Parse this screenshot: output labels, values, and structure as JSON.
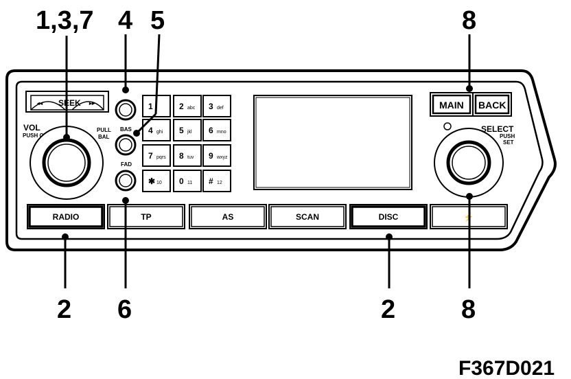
{
  "figure_id": "F367D021",
  "callouts": {
    "top_left": "1,3,7",
    "top_four": "4",
    "top_five": "5",
    "top_right": "8",
    "bottom_radio": "2",
    "bottom_six": "6",
    "bottom_disc": "2",
    "bottom_right": "8"
  },
  "seek": {
    "label": "SEEK",
    "left_symbol": "◂◂",
    "right_symbol": "▸▸"
  },
  "vol_knob": {
    "label": "VOL",
    "sub_label": "PUSH ON",
    "pull_label": "PULL",
    "bal_label": "BAL"
  },
  "side_knobs": {
    "bas_label": "BAS",
    "fad_label": "FAD"
  },
  "keypad": [
    {
      "num": "1",
      "sub": ""
    },
    {
      "num": "2",
      "sub": "abc"
    },
    {
      "num": "3",
      "sub": "def"
    },
    {
      "num": "4",
      "sub": "ghi"
    },
    {
      "num": "5",
      "sub": "jkl"
    },
    {
      "num": "6",
      "sub": "mno"
    },
    {
      "num": "7",
      "sub": "pqrs"
    },
    {
      "num": "8",
      "sub": "tuv"
    },
    {
      "num": "9",
      "sub": "wxyz"
    },
    {
      "num": "✱",
      "sub": "10"
    },
    {
      "num": "0",
      "sub": "11"
    },
    {
      "num": "#",
      "sub": "12"
    }
  ],
  "top_buttons": {
    "main": "MAIN",
    "back": "BACK"
  },
  "select_knob": {
    "label": "SELECT",
    "push_label": "PUSH",
    "set_label": "SET"
  },
  "bottom_buttons": [
    "RADIO",
    "TP",
    "AS",
    "SCAN",
    "DISC",
    "⚡"
  ]
}
